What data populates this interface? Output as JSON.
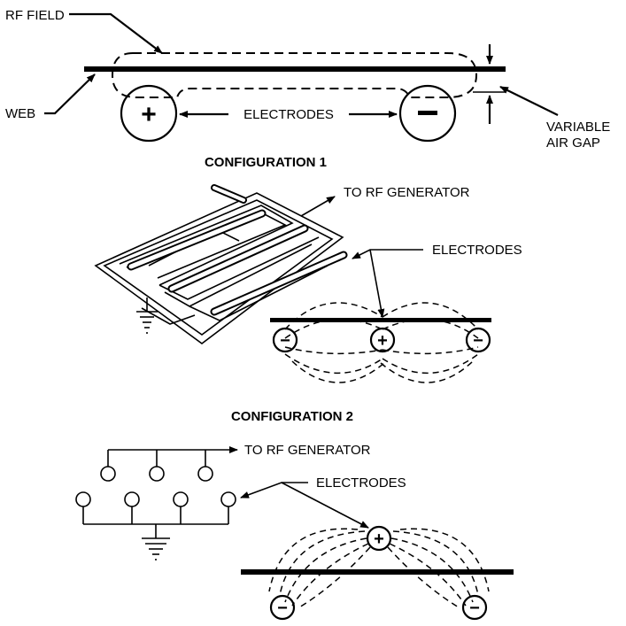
{
  "labels": {
    "rf_field": "RF FIELD",
    "web": "WEB",
    "electrodes": "ELECTRODES",
    "variable": "VARIABLE",
    "air_gap": "AIR GAP",
    "configuration_1": "CONFIGURATION 1",
    "to_rf_generator_1": "TO RF GENERATOR",
    "electrodes_1": "ELECTRODES",
    "configuration_2": "CONFIGURATION 2",
    "to_rf_generator_2": "TO RF GENERATOR",
    "electrodes_2": "ELECTRODES"
  },
  "polarity": {
    "plus": "+",
    "minus": "−"
  }
}
